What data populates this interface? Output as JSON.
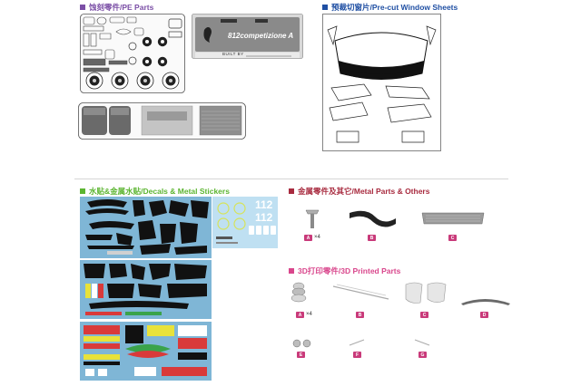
{
  "colors": {
    "pe": "#7b4fa6",
    "window": "#1f4fa3",
    "decal": "#5cb531",
    "metal": "#a82b3f",
    "printed": "#d9468c",
    "label_bg": "#c93a7a"
  },
  "sections": {
    "pe": {
      "title": "蚀刻零件/PE Parts"
    },
    "window": {
      "title": "预裁切窗片/Pre-cut Window Sheets"
    },
    "decal": {
      "title": "水贴&金属水贴/Decals & Metal Stickers"
    },
    "metal": {
      "title": "金属零件及其它/Metal Parts & Others"
    },
    "printed": {
      "title": "3D打印零件/3D Printed Parts"
    }
  },
  "pe_plate": {
    "model_text": "812competizione A",
    "built_by": "BUILT BY"
  },
  "decal_numbers": [
    "112",
    "112"
  ],
  "metal_parts": [
    {
      "label": "A",
      "qty": "×4"
    },
    {
      "label": "B"
    },
    {
      "label": "C"
    }
  ],
  "printed_parts": [
    {
      "label": "A",
      "qty": "×4"
    },
    {
      "label": "B"
    },
    {
      "label": "C"
    },
    {
      "label": "D"
    },
    {
      "label": "E"
    },
    {
      "label": "F"
    },
    {
      "label": "G"
    }
  ]
}
